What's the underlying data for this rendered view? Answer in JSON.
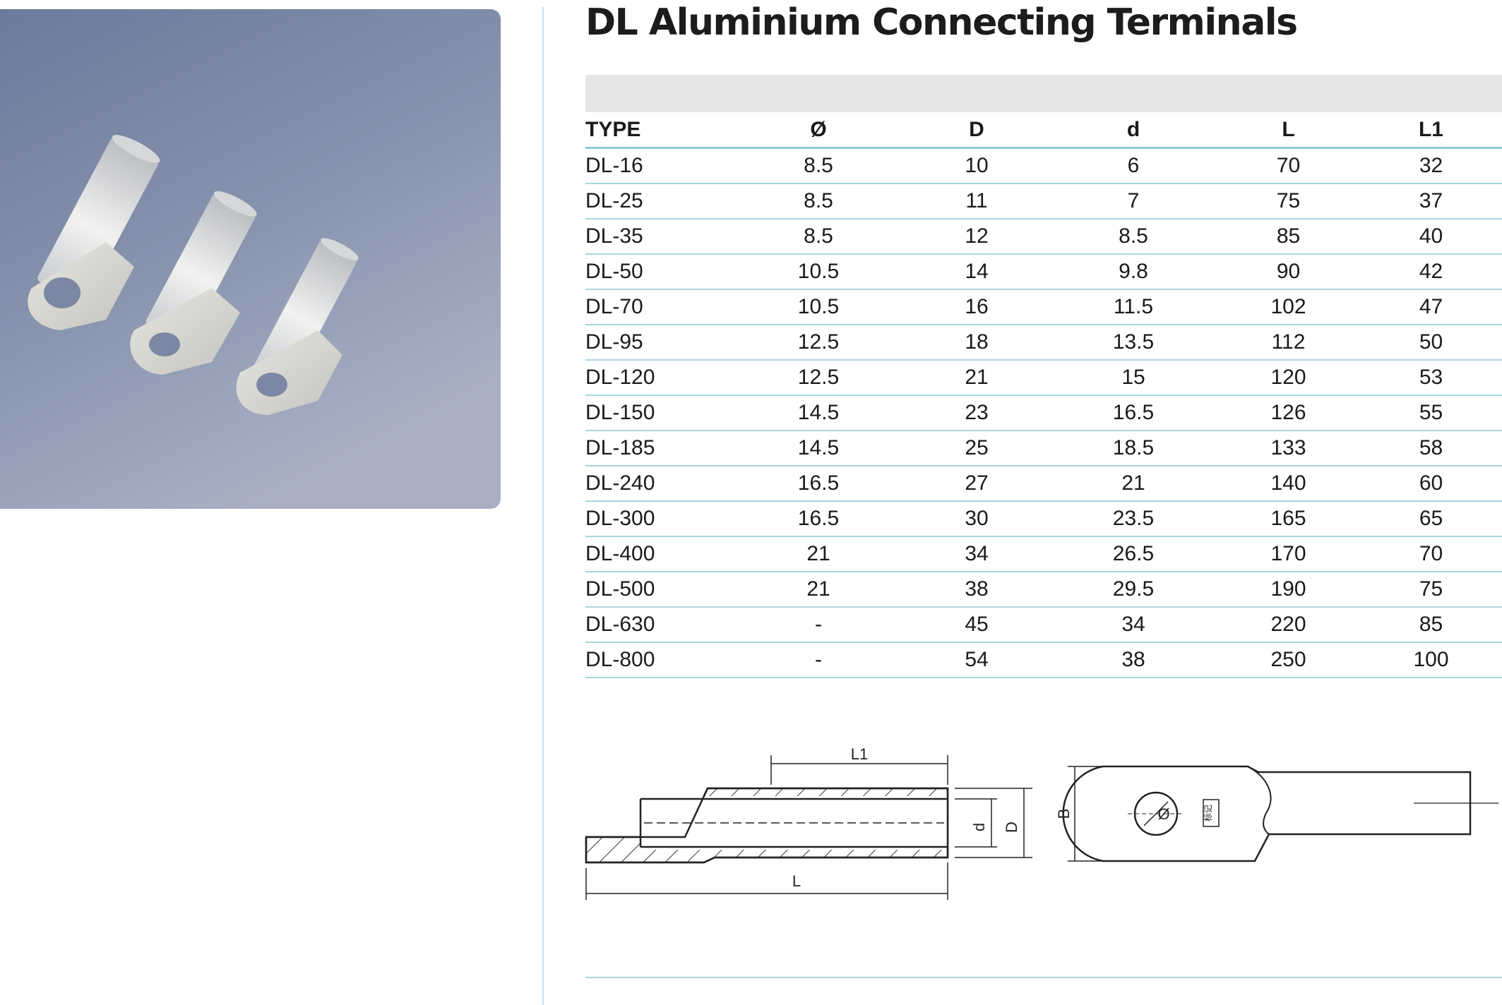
{
  "title": "DL Aluminium Connecting Terminals",
  "table": {
    "headers": [
      "TYPE",
      "Ø",
      "D",
      "d",
      "L",
      "L1"
    ],
    "rows": [
      [
        "DL-16",
        "8.5",
        "10",
        "6",
        "70",
        "32"
      ],
      [
        "DL-25",
        "8.5",
        "11",
        "7",
        "75",
        "37"
      ],
      [
        "DL-35",
        "8.5",
        "12",
        "8.5",
        "85",
        "40"
      ],
      [
        "DL-50",
        "10.5",
        "14",
        "9.8",
        "90",
        "42"
      ],
      [
        "DL-70",
        "10.5",
        "16",
        "11.5",
        "102",
        "47"
      ],
      [
        "DL-95",
        "12.5",
        "18",
        "13.5",
        "112",
        "50"
      ],
      [
        "DL-120",
        "12.5",
        "21",
        "15",
        "120",
        "53"
      ],
      [
        "DL-150",
        "14.5",
        "23",
        "16.5",
        "126",
        "55"
      ],
      [
        "DL-185",
        "14.5",
        "25",
        "18.5",
        "133",
        "58"
      ],
      [
        "DL-240",
        "16.5",
        "27",
        "21",
        "140",
        "60"
      ],
      [
        "DL-300",
        "16.5",
        "30",
        "23.5",
        "165",
        "65"
      ],
      [
        "DL-400",
        "21",
        "34",
        "26.5",
        "170",
        "70"
      ],
      [
        "DL-500",
        "21",
        "38",
        "29.5",
        "190",
        "75"
      ],
      [
        "DL-630",
        "-",
        "45",
        "34",
        "220",
        "85"
      ],
      [
        "DL-800",
        "-",
        "54",
        "38",
        "250",
        "100"
      ]
    ]
  },
  "drawing": {
    "labels": {
      "L1": "L1",
      "L": "L",
      "d": "d",
      "D": "D",
      "B": "B",
      "phi": "Ø",
      "mark": "标记"
    }
  },
  "colors": {
    "rule": "#a8d6e2",
    "header_bar": "#e6e6e6",
    "photo_bg": "#7e8ba8"
  }
}
